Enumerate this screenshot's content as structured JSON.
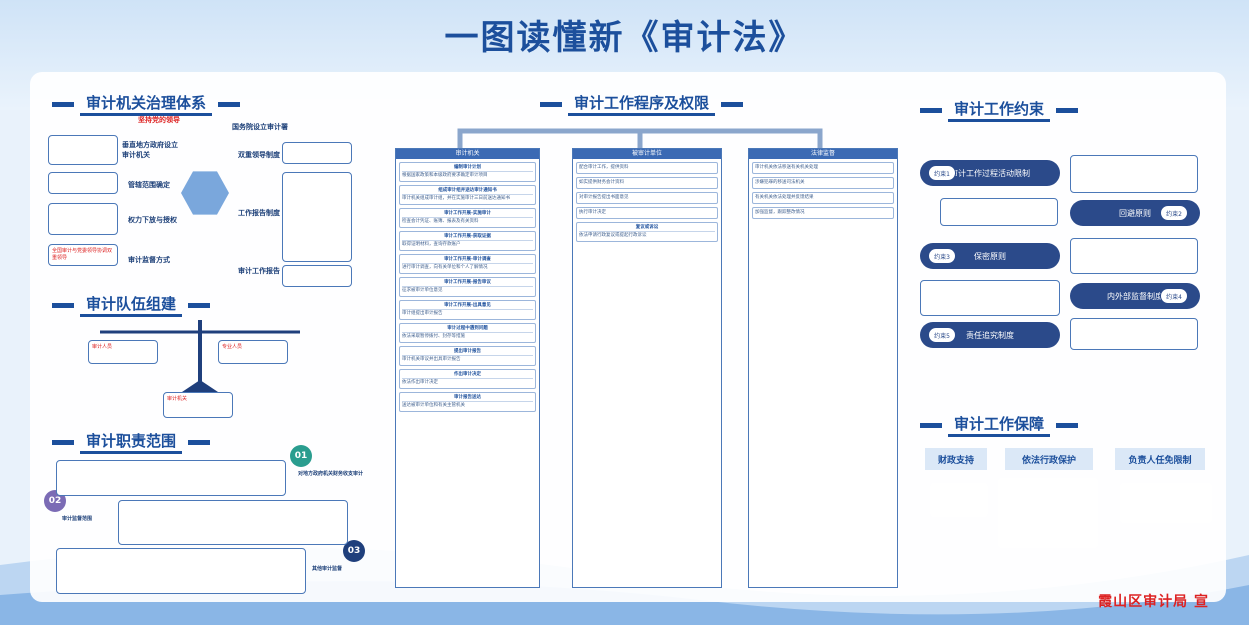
{
  "title": "一图读懂新《审计法》",
  "credit": "霞山区审计局 宣",
  "sections": {
    "governance": "审计机关治理体系",
    "team": "审计队伍组建",
    "duties": "审计职责范围",
    "procedure": "审计工作程序及权限",
    "constraints": "审计工作约束",
    "guarantee": "审计工作保障"
  },
  "governance": {
    "center_top": "坚持党的领导",
    "items": [
      "垂直地方政府设立审计机关",
      "管辖范围确定",
      "权力下放与授权",
      "审计监督方式",
      "国务院设立审计署",
      "双重领导制度",
      "工作报告制度",
      "审计工作报告"
    ],
    "note_red": "全国审计与党委领导协调双重领导"
  },
  "team": {
    "left": "审计人员",
    "right": "专业人员",
    "bottom": "审计机关"
  },
  "duties": {
    "badges": [
      "01",
      "02",
      "03"
    ],
    "right_labels": [
      "对地方政府机关财务收支审计",
      "审计监督范围",
      "其他审计监督"
    ]
  },
  "procedure": {
    "cols": [
      "审计机关",
      "被审计单位",
      "法律监督"
    ],
    "steps": [
      "编制审计计划",
      "组成审计组并送达审计通知书",
      "审计工作开展-实施审计",
      "审计工作开展-获取证据",
      "审计工作开展-审计调查",
      "审计工作开展-报告审议",
      "审计工作开展-出具意见",
      "审计过程中遇到问题",
      "提出审计报告",
      "作出审计决定",
      "审计报告送达",
      "复议或诉讼"
    ]
  },
  "constraints": {
    "items": [
      {
        "num": "约束1",
        "label": "审计工作过程活动限制"
      },
      {
        "num": "约束2",
        "label": "回避原则"
      },
      {
        "num": "约束3",
        "label": "保密原则"
      },
      {
        "num": "约束4",
        "label": "内外部监督制度"
      },
      {
        "num": "约束5",
        "label": "责任追究制度"
      }
    ]
  },
  "guarantee": {
    "items": [
      "财政支持",
      "依法行政保护",
      "负责人任免限制"
    ]
  },
  "colors": {
    "primary": "#1c4f9c",
    "accent": "#d22"
  }
}
